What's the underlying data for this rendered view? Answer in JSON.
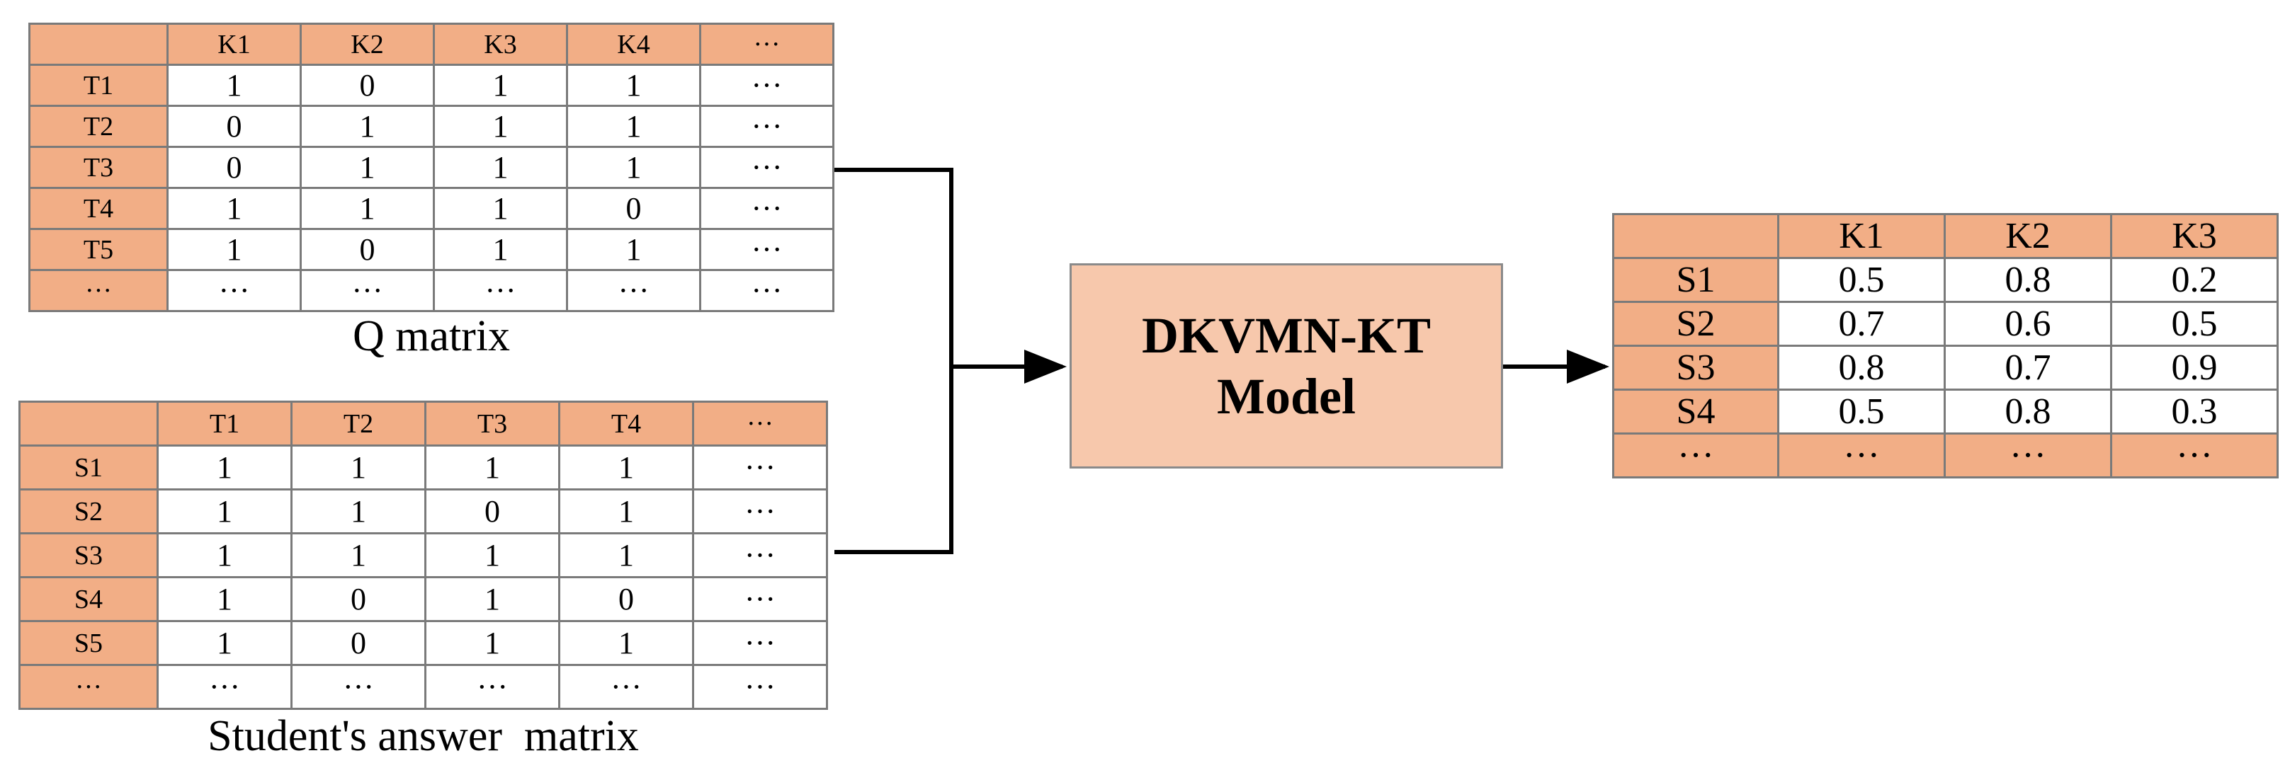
{
  "q_matrix": {
    "caption": "Q matrix",
    "columns": [
      "",
      "K1",
      "K2",
      "K3",
      "K4",
      "···"
    ],
    "rows": [
      [
        "T1",
        "1",
        "0",
        "1",
        "1",
        "···"
      ],
      [
        "T2",
        "0",
        "1",
        "1",
        "1",
        "···"
      ],
      [
        "T3",
        "0",
        "1",
        "1",
        "1",
        "···"
      ],
      [
        "T4",
        "1",
        "1",
        "1",
        "0",
        "···"
      ],
      [
        "T5",
        "1",
        "0",
        "1",
        "1",
        "···"
      ],
      [
        "···",
        "···",
        "···",
        "···",
        "···",
        "···"
      ]
    ]
  },
  "answer_matrix": {
    "caption": "Student's answer  matrix",
    "columns": [
      "",
      "T1",
      "T2",
      "T3",
      "T4",
      "···"
    ],
    "rows": [
      [
        "S1",
        "1",
        "1",
        "1",
        "1",
        "···"
      ],
      [
        "S2",
        "1",
        "1",
        "0",
        "1",
        "···"
      ],
      [
        "S3",
        "1",
        "1",
        "1",
        "1",
        "···"
      ],
      [
        "S4",
        "1",
        "0",
        "1",
        "0",
        "···"
      ],
      [
        "S5",
        "1",
        "0",
        "1",
        "1",
        "···"
      ],
      [
        "···",
        "···",
        "···",
        "···",
        "···",
        "···"
      ]
    ]
  },
  "model": {
    "line1": "DKVMN-KT",
    "line2": "Model"
  },
  "output_matrix": {
    "columns": [
      "",
      "K1",
      "K2",
      "K3"
    ],
    "rows": [
      [
        "S1",
        "0.5",
        "0.8",
        "0.2"
      ],
      [
        "S2",
        "0.7",
        "0.6",
        "0.5"
      ],
      [
        "S3",
        "0.8",
        "0.7",
        "0.9"
      ],
      [
        "S4",
        "0.5",
        "0.8",
        "0.3"
      ],
      [
        "···",
        "···",
        "···",
        "···"
      ]
    ]
  }
}
